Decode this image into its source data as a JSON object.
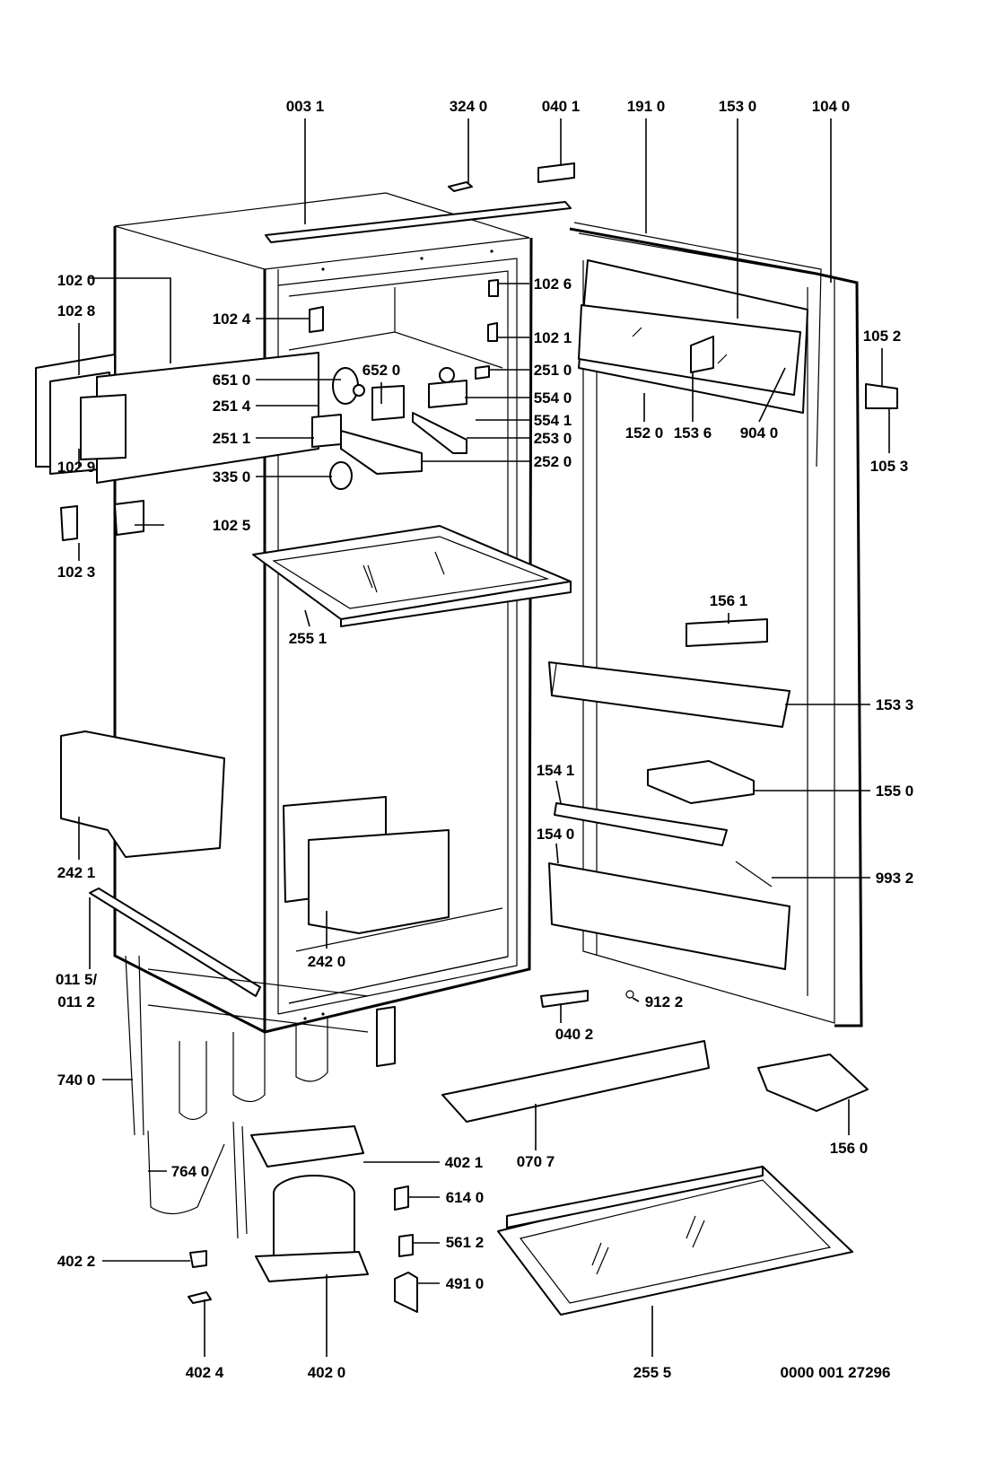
{
  "diagram": {
    "drawing_number": "0000 001 27296",
    "labels": {
      "l0031": "003 1",
      "l3240": "324 0",
      "l0401": "040 1",
      "l1910": "191 0",
      "l1530": "153 0",
      "l1040": "104 0",
      "l1020": "102 0",
      "l1028": "102 8",
      "l1024": "102 4",
      "l1026": "102 6",
      "l1021": "102 1",
      "l6520": "652 0",
      "l6510": "651 0",
      "l2510": "251 0",
      "l1052": "105 2",
      "l5540": "554 0",
      "l2514": "251 4",
      "l5541": "554 1",
      "l2511": "251 1",
      "l2530": "253 0",
      "l1520": "152 0",
      "l1536": "153 6",
      "l9040": "904 0",
      "l2520": "252 0",
      "l1053": "105 3",
      "l1029": "102 9",
      "l3350": "335 0",
      "l1025": "102 5",
      "l1023": "102 3",
      "l2551": "255 1",
      "l1561": "156 1",
      "l1533": "153 3",
      "l1550": "155 0",
      "l1541": "154 1",
      "l1540": "154 0",
      "l9932": "993 2",
      "l2421": "242 1",
      "l2420": "242 0",
      "l0115": "011 5/",
      "l0112": "011 2",
      "l9122": "912 2",
      "l0402": "040 2",
      "l7400": "740 0",
      "l0707": "070 7",
      "l1560": "156 0",
      "l4021": "402 1",
      "l7640": "764 0",
      "l6140": "614 0",
      "l5612": "561 2",
      "l4022": "402 2",
      "l4910": "491 0",
      "l4024": "402 4",
      "l4020": "402 0",
      "l2555": "255 5"
    }
  }
}
